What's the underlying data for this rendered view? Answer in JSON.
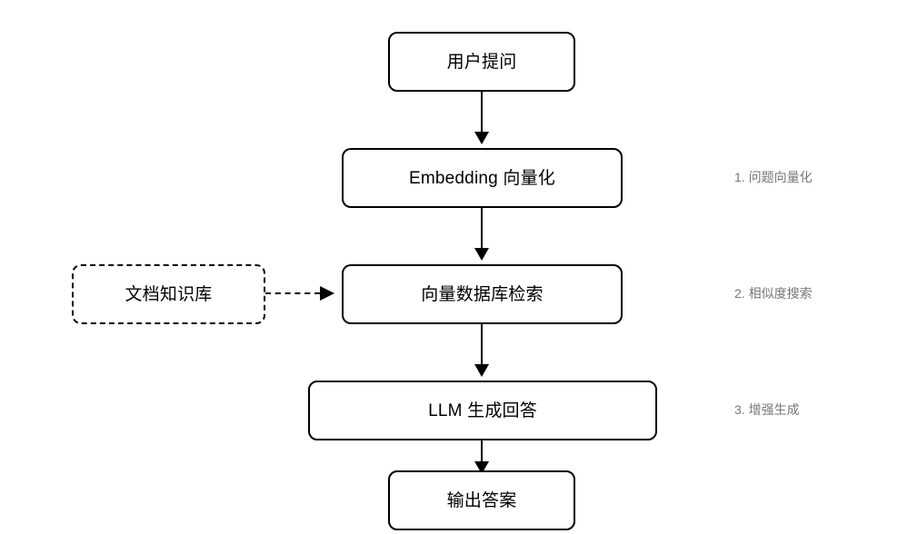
{
  "diagram": {
    "type": "flowchart",
    "orientation": "top-to-bottom",
    "nodes": [
      {
        "id": "query",
        "label": "用户提问",
        "shape": "rounded-rect",
        "border": "solid"
      },
      {
        "id": "embedding",
        "label": "Embedding 向量化",
        "shape": "rounded-rect",
        "border": "solid"
      },
      {
        "id": "vectordb",
        "label": "向量数据库检索",
        "shape": "rounded-rect",
        "border": "solid"
      },
      {
        "id": "kb",
        "label": "文档知识库",
        "shape": "rounded-rect",
        "border": "dashed"
      },
      {
        "id": "llm",
        "label": "LLM 生成回答",
        "shape": "rounded-rect",
        "border": "solid"
      },
      {
        "id": "output",
        "label": "输出答案",
        "shape": "rounded-rect",
        "border": "solid"
      }
    ],
    "edges": [
      {
        "from": "query",
        "to": "embedding",
        "style": "solid",
        "direction": "down"
      },
      {
        "from": "embedding",
        "to": "vectordb",
        "style": "solid",
        "direction": "down"
      },
      {
        "from": "kb",
        "to": "vectordb",
        "style": "dashed",
        "direction": "right"
      },
      {
        "from": "vectordb",
        "to": "llm",
        "style": "solid",
        "direction": "down"
      },
      {
        "from": "llm",
        "to": "output",
        "style": "solid",
        "direction": "down"
      }
    ],
    "annotations": [
      {
        "id": "step1",
        "text": "1. 问题向量化",
        "aligned_with": "embedding"
      },
      {
        "id": "step2",
        "text": "2. 相似度搜索",
        "aligned_with": "vectordb"
      },
      {
        "id": "step3",
        "text": "3. 增强生成",
        "aligned_with": "llm"
      }
    ],
    "colors": {
      "background": "#ffffff",
      "node_border": "#000000",
      "node_fill": "#ffffff",
      "node_text": "#000000",
      "connector": "#000000",
      "annotation_text": "#777777"
    }
  }
}
